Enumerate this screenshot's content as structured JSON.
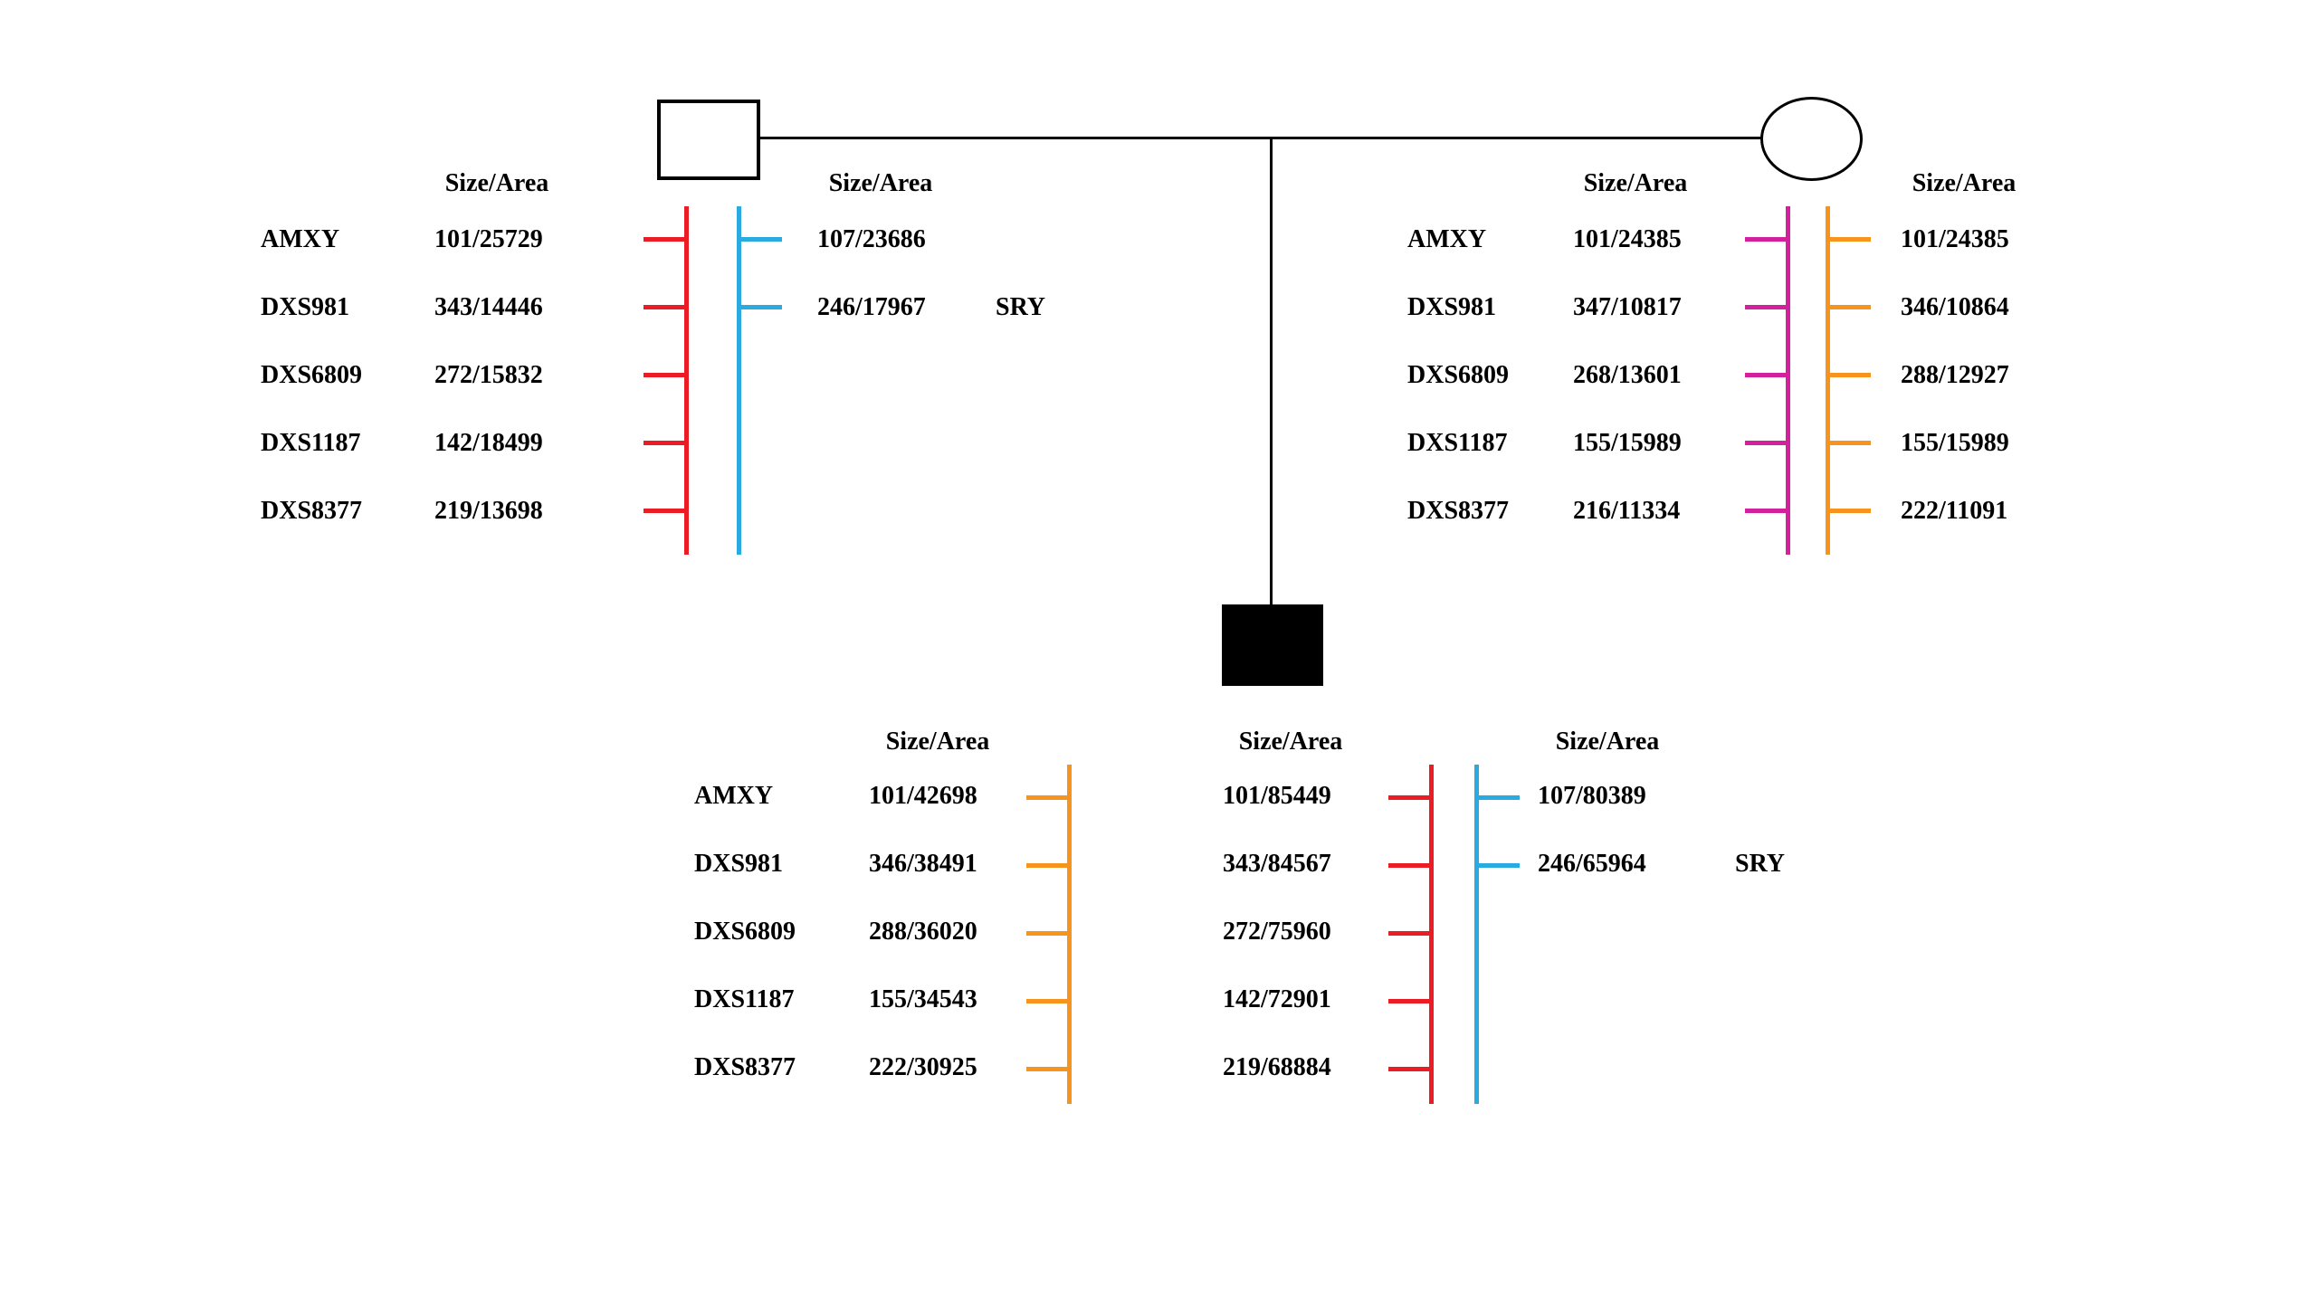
{
  "diagram_type": "pedigree-with-str-haplotypes",
  "colors": {
    "paternal_x_bar": "#EC1C24",
    "y_chromosome_bar": "#29ABE2",
    "maternal_x1_bar": "#D3219D",
    "maternal_x2_bar": "#F7941D",
    "symbol_outline": "#000000"
  },
  "individuals": {
    "father": {
      "symbol": "unaffected-male-square",
      "markers": [
        "AMXY",
        "DXS981",
        "DXS6809",
        "DXS1187",
        "DXS8377"
      ],
      "x": {
        "header": "Size/Area",
        "color": "#EC1C24",
        "values": [
          "101/25729",
          "343/14446",
          "272/15832",
          "142/18499",
          "219/13698"
        ]
      },
      "y": {
        "header": "Size/Area",
        "color": "#29ABE2",
        "values": [
          "107/23686",
          "246/17967"
        ],
        "gene_label": "SRY"
      }
    },
    "mother": {
      "symbol": "unaffected-female-circle",
      "markers": [
        "AMXY",
        "DXS981",
        "DXS6809",
        "DXS1187",
        "DXS8377"
      ],
      "x1": {
        "header": "Size/Area",
        "color": "#D3219D",
        "values": [
          "101/24385",
          "347/10817",
          "268/13601",
          "155/15989",
          "216/11334"
        ]
      },
      "x2": {
        "header": "Size/Area",
        "color": "#F7941D",
        "values": [
          "101/24385",
          "346/10864",
          "288/12927",
          "155/15989",
          "222/11091"
        ]
      }
    },
    "child": {
      "symbol": "affected-male-filled-square",
      "markers": [
        "AMXY",
        "DXS981",
        "DXS6809",
        "DXS1187",
        "DXS8377"
      ],
      "x_maternal": {
        "header": "Size/Area",
        "color": "#F7941D",
        "values": [
          "101/42698",
          "346/38491",
          "288/36020",
          "155/34543",
          "222/30925"
        ]
      },
      "x_paternal": {
        "header": "Size/Area",
        "color": "#EC1C24",
        "values": [
          "101/85449",
          "343/84567",
          "272/75960",
          "142/72901",
          "219/68884"
        ]
      },
      "y": {
        "header": "Size/Area",
        "color": "#29ABE2",
        "values": [
          "107/80389",
          "246/65964"
        ],
        "gene_label": "SRY"
      }
    }
  }
}
